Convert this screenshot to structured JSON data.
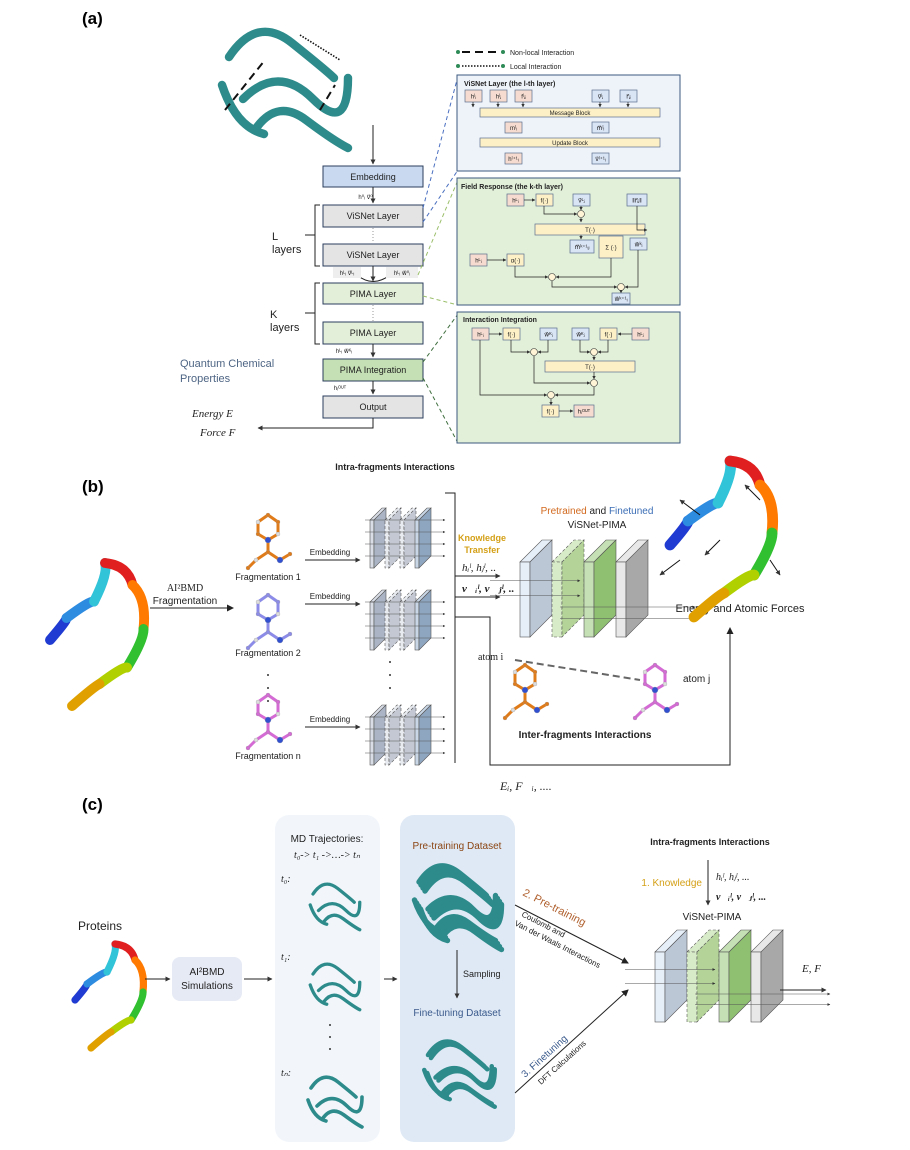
{
  "panel_a": {
    "label": "(a)",
    "legend": {
      "nonlocal": "Non-local Interaction",
      "local": "Local Interaction"
    },
    "pipeline": {
      "embedding": "Embedding",
      "emb_out": "h⁰ᵢ v⃗⁰ᵢ",
      "visnet_layer": "ViSNet Layer",
      "l_layers": [
        "L",
        "layers"
      ],
      "visnet_out_left": "hᴸᵢ v⃗ᴸᵢ",
      "visnet_out_right": "hᴸᵢ w⃗⁰ᵢ",
      "pima_layer": "PIMA Layer",
      "k_layers": [
        "K",
        "layers"
      ],
      "pima_out": "hᴸᵢ w⃗ᴷᵢ",
      "pima_integration": "PIMA Integration",
      "integration_out": "hᵢᴼᵁᵀ",
      "output": "Output",
      "quantum": [
        "Quantum Chemical",
        "Properties"
      ],
      "energy": "Energy E",
      "force": "Force F⃗"
    },
    "visnet_panel": {
      "title": "ViSNet Layer (the l-th layer)",
      "inputs": [
        "hˡᵢ",
        "hˡⱼ",
        "fˡᵢⱼ",
        "v⃗ˡⱼ",
        "r⃗ᵢⱼ"
      ],
      "message_block": "Message Block",
      "mids": [
        "mˡᵢ",
        "m⃗ˡᵢ"
      ],
      "update_block": "Update Block",
      "outputs": [
        "hˡ⁺¹ᵢ",
        "v⃗ˡ⁺¹ᵢ"
      ]
    },
    "field_panel": {
      "title": "Field Response (the k-th layer)",
      "h1": "hᴸᵢ",
      "f": "f(·)",
      "v": "v⃗ᴸⱼ",
      "r": "‖r⃗ᵢⱼ‖",
      "t": "T(·)",
      "m": "m⃗ᵏ⁺¹ᵢⱼ",
      "sum": "Σ (·)",
      "h2": "hᴸᵢ",
      "alpha": "α(·)",
      "w": "w⃗ᵏᵢ",
      "wout": "w⃗ᵏ⁺¹ᵢ"
    },
    "integration_panel": {
      "title": "Interaction Integration",
      "hi": "hᴸᵢ",
      "f1": "f(·)",
      "wi": "w⃗ᴷᵢ",
      "wj": "w⃗ᴷⱼ",
      "f2": "f(·)",
      "hj": "hᴸⱼ",
      "t": "T(·)",
      "f3": "f(·)",
      "hout": "hᵢᴼᵁᵀ"
    }
  },
  "panel_b": {
    "label": "(b)",
    "intra_title": "Intra-fragments Interactions",
    "fragmentation": [
      "AI²BMD",
      "Fragmentation"
    ],
    "embedding": "Embedding",
    "fragments": [
      "Fragmentation 1",
      "Fragmentation 2",
      "Fragmentation n"
    ],
    "knowledge": [
      "Knowledge",
      "Transfer"
    ],
    "h_vars": "hᵢˡ, hⱼˡ, ..",
    "v_vars": "v⃗ᵢˡ, v⃗ⱼˡ, ..",
    "pretrained": "Pretrained",
    "and": " and ",
    "finetuned": "Finetuned",
    "model": "ViSNet-PIMA",
    "energy_forces": "Energy and Atomic Forces",
    "atom_i": "atom i",
    "atom_j": "atom j",
    "inter_title": "Inter-fragments Interactions",
    "ef_vars": "Eᵢ, F⃗ᵢ, ...."
  },
  "panel_c": {
    "label": "(c)",
    "proteins": "Proteins",
    "simulations": [
      "AI²BMD",
      "Simulations"
    ],
    "md_title": "MD Trajectories:",
    "md_seq": "t₀-> t₁ ->…-> tₙ",
    "t_labels": [
      "t₀:",
      "t₁:",
      "tₙ:"
    ],
    "pretrain_dataset": "Pre-training Dataset",
    "sampling": "Sampling",
    "finetune_dataset": "Fine-tuning Dataset",
    "intra_title": "Intra-fragments Interactions",
    "knowledge": "1. Knowledge",
    "h_vars": "hᵢˡ, hⱼˡ, ...",
    "v_vars": "v⃗ᵢˡ, v⃗ⱼˡ, ...",
    "model": "ViSNet-PIMA",
    "pretraining": "2. Pre-training",
    "coulomb": [
      "Coulomb and",
      "Van der Waals Interactions"
    ],
    "finetuning": "3. Finetuning",
    "dft": "DFT Calculations",
    "output": "E, F⃗"
  },
  "colors": {
    "teal": "#2e8b8b",
    "embedding": "#c9daf0",
    "visnet": "#e4e4e4",
    "pima": "#e3efd8",
    "integration": "#c5e0b4",
    "panel_border": "#3d5a80",
    "knowledge": "#d4a017",
    "pretrained": "#d2691e",
    "finetuned": "#3a6db5",
    "dataset_brown": "#8b4513",
    "dataset_blue": "#3a5a8c"
  }
}
